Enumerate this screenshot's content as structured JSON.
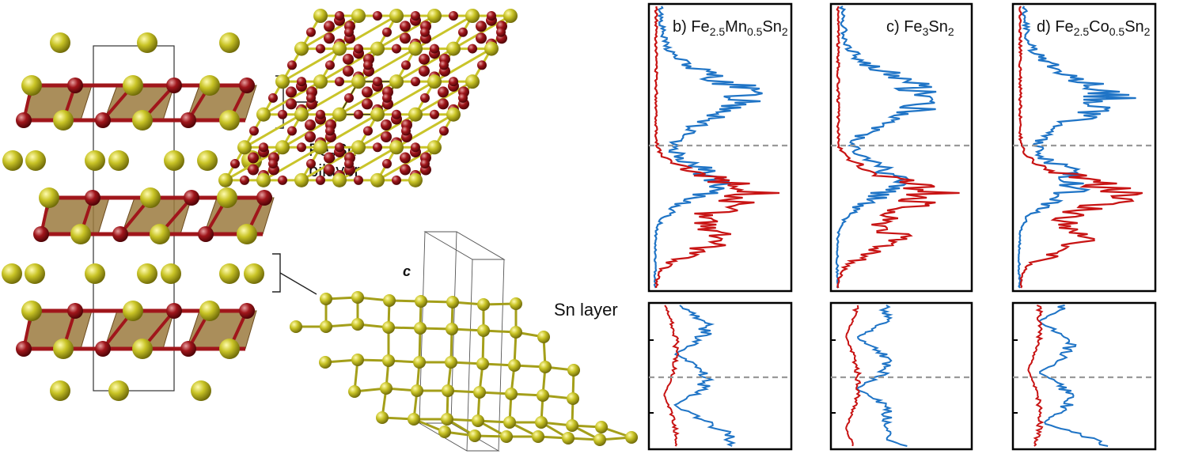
{
  "labels": {
    "bilayer_formula": "Fe",
    "bilayer_sub": "3",
    "bilayer_rest": "Sn",
    "bilayer_word": "bilayer",
    "sn_layer": "Sn layer",
    "axis_c": "c"
  },
  "panels": [
    {
      "letter": "b)",
      "parts": [
        [
          "Fe",
          ""
        ],
        [
          "2.5",
          "sub"
        ],
        [
          "Mn",
          ""
        ],
        [
          "0.5",
          "sub"
        ],
        [
          "Sn",
          ""
        ],
        [
          "2",
          "sub"
        ]
      ]
    },
    {
      "letter": "c)",
      "parts": [
        [
          "Fe",
          ""
        ],
        [
          "3",
          "sub"
        ],
        [
          "Sn",
          ""
        ],
        [
          "2",
          "sub"
        ]
      ]
    },
    {
      "letter": "d)",
      "parts": [
        [
          "Fe",
          ""
        ],
        [
          "2.5",
          "sub"
        ],
        [
          "Co",
          ""
        ],
        [
          "0.5",
          "sub"
        ],
        [
          "Sn",
          ""
        ],
        [
          "2",
          "sub"
        ]
      ]
    }
  ],
  "colors": {
    "fe_atom": "#a0161b",
    "sn_atom": "#b7b21e",
    "polyhedra": "#9b7a3e",
    "spin_up": "#1f74c6",
    "spin_down": "#c81414",
    "fermi_line": "#999999",
    "frame": "#000000"
  }
}
